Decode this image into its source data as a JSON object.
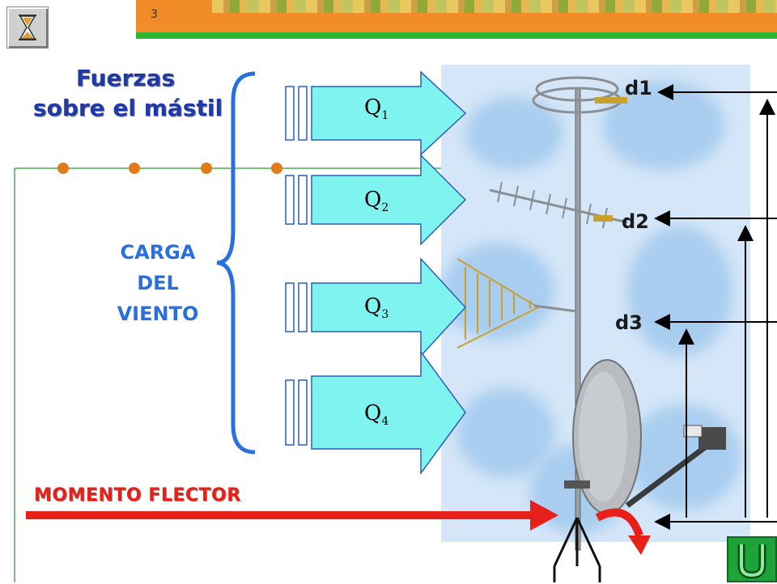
{
  "slide": {
    "number": "3"
  },
  "title": {
    "line1": "Fuerzas",
    "line2": "sobre el mástil"
  },
  "wind_load": {
    "line1": "CARGA",
    "line2": "DEL",
    "line3": "VIENTO"
  },
  "forces": [
    {
      "label": "Q",
      "sub": "1"
    },
    {
      "label": "Q",
      "sub": "2"
    },
    {
      "label": "Q",
      "sub": "3"
    },
    {
      "label": "Q",
      "sub": "4"
    }
  ],
  "distances": {
    "d1": "d1",
    "d2": "d2",
    "d3": "d3"
  },
  "bending_moment": {
    "label": "MOMENTO FLECTOR"
  },
  "colors": {
    "title": "#1f3aa8",
    "wind_text": "#2a6fe0",
    "arrow_fill": "#7ff3f0",
    "moment_arrow": "#e8201a",
    "top_orange": "#f28c28",
    "top_green": "#2fb52f"
  },
  "icons": {
    "top_left": "hourglass-icon",
    "bottom_right": "return-u-icon"
  }
}
